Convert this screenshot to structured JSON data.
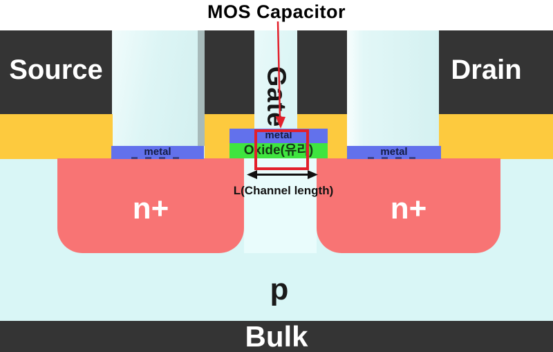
{
  "title": "MOS Capacitor",
  "terminals": {
    "source": "Source",
    "gate": "Gate",
    "drain": "Drain",
    "bulk": "Bulk"
  },
  "regions": {
    "n_plus_left": "n+",
    "n_plus_right": "n+",
    "p_substrate": "p"
  },
  "layers": {
    "gate_metal": "metal",
    "source_metal": "metal",
    "drain_metal": "metal",
    "oxide": "Oxide(유리)"
  },
  "annotations": {
    "channel_length": "L(Channel length)"
  },
  "colors": {
    "contact_dark": "#343434",
    "well_yellow": "#FDCA3E",
    "substrate_cyan": "#D9F6F6",
    "metal_blue": "#6271EC",
    "oxide_green": "#3FE53F",
    "diffusion_pink": "#F87474",
    "highlight_red": "#E2202B"
  }
}
